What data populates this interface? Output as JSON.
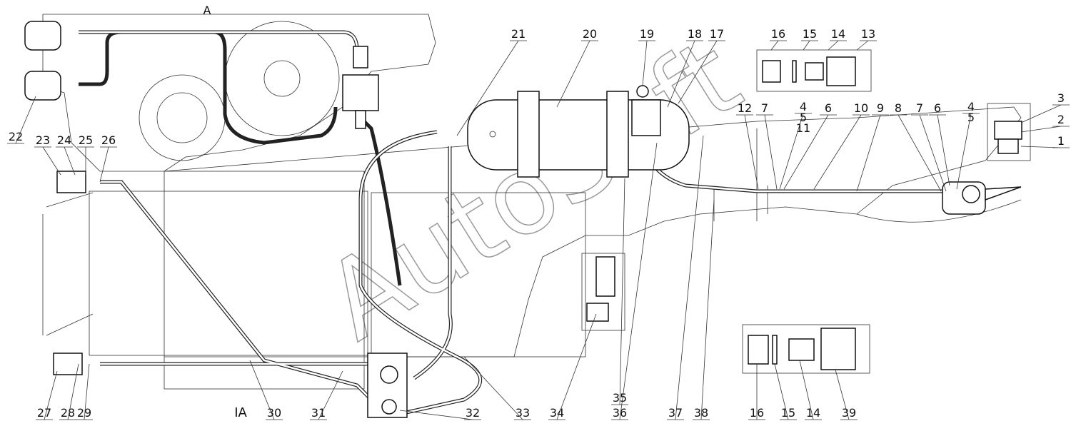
{
  "drawing": {
    "view_label": "A",
    "section_label": "IA",
    "watermark": "AutoSoft",
    "callouts": [
      "21",
      "20",
      "19",
      "18",
      "17",
      "16",
      "15",
      "14",
      "13",
      "12",
      "7",
      "4",
      "5",
      "11",
      "6",
      "10",
      "9",
      "8",
      "7",
      "6",
      "4",
      "5",
      "3",
      "2",
      "1",
      "22",
      "23",
      "24",
      "25",
      "26",
      "27",
      "28",
      "29",
      "30",
      "31",
      "32",
      "33",
      "34",
      "35",
      "36",
      "37",
      "38",
      "16",
      "15",
      "14",
      "39"
    ]
  }
}
